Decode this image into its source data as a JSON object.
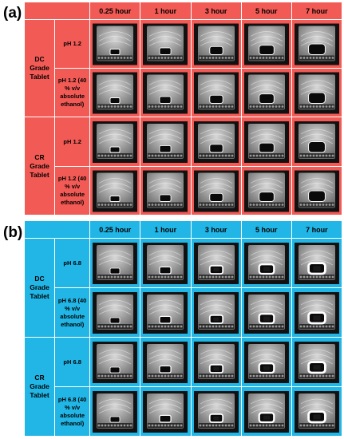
{
  "colors": {
    "panel_a": "#f25a55",
    "panel_b": "#21b6e6"
  },
  "panels": [
    {
      "label": "(a)",
      "timepoints": [
        "0.25 hour",
        "1 hour",
        "3 hour",
        "5 hour",
        "7 hour"
      ],
      "groups": [
        {
          "name": "DC Grade Tablet",
          "conditions": [
            "pH 1.2",
            "pH 1.2 (40 % v/v absolute ethanol)"
          ]
        },
        {
          "name": "CR Grade Tablet",
          "conditions": [
            "pH 1.2",
            "pH 1.2 (40 % v/v absolute ethanol)"
          ]
        }
      ]
    },
    {
      "label": "(b)",
      "timepoints": [
        "0.25 hour",
        "1 hour",
        "3 hour",
        "5 hour",
        "7 hour"
      ],
      "groups": [
        {
          "name": "DC Grade Tablet",
          "conditions": [
            "pH 6.8",
            "pH 6.8 (40 % v/v absolute ethanol)"
          ]
        },
        {
          "name": "CR Grade Tablet",
          "conditions": [
            "pH 6.8",
            "pH 6.8 (40 % v/v absolute ethanol)"
          ]
        }
      ]
    }
  ]
}
